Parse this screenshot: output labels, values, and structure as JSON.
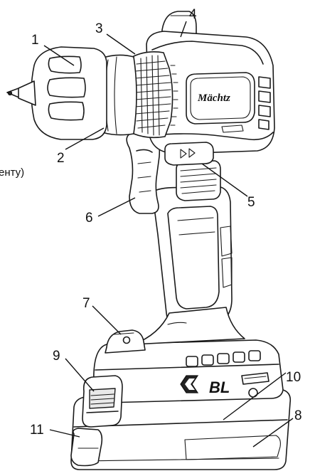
{
  "side_text": "енту)",
  "brand_label": "Mächtz",
  "battery_label": "BL",
  "callouts": [
    {
      "label": "1"
    },
    {
      "label": "2"
    },
    {
      "label": "3"
    },
    {
      "label": "4"
    },
    {
      "label": "5"
    },
    {
      "label": "6"
    },
    {
      "label": "7"
    },
    {
      "label": "8"
    },
    {
      "label": "9"
    },
    {
      "label": "10"
    },
    {
      "label": "11"
    }
  ]
}
